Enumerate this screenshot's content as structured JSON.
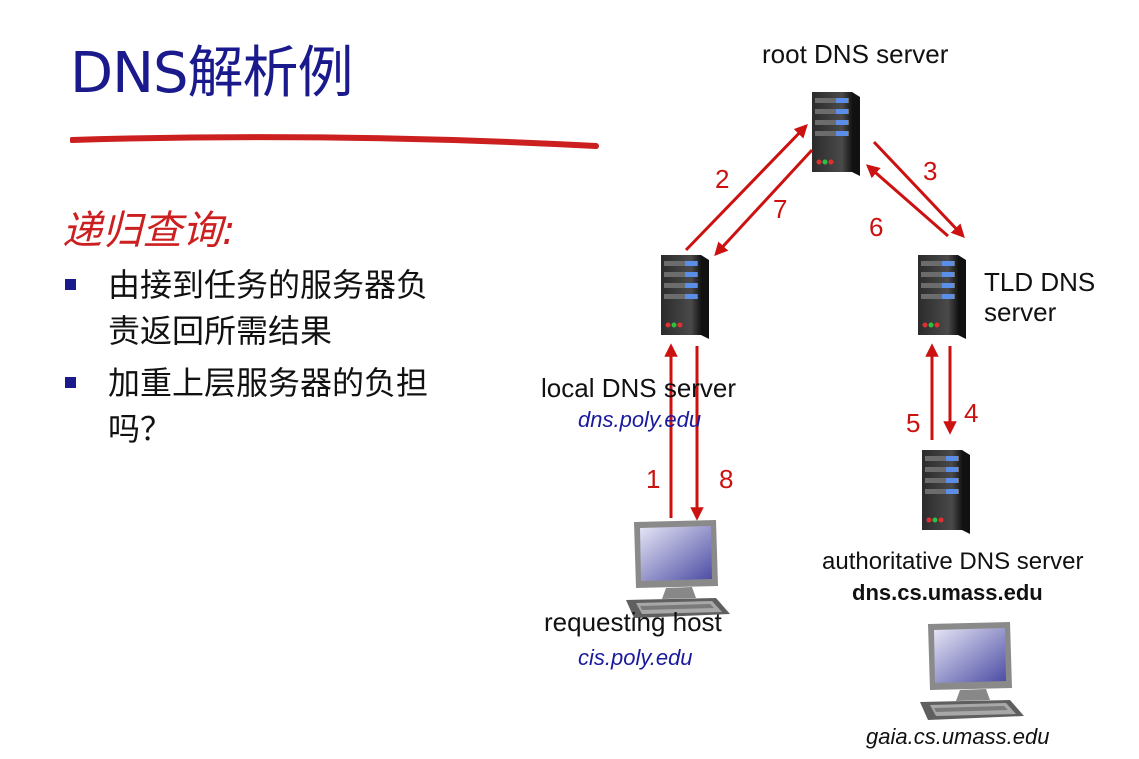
{
  "slide": {
    "title": "DNS解析例",
    "subtitle": "递归查询:",
    "bullets": [
      "由接到任务的服务器负责返回所需结果",
      "加重上层服务器的负担吗？"
    ]
  },
  "diagram": {
    "root": {
      "label": "root DNS server"
    },
    "tld": {
      "label_line1": "TLD DNS",
      "label_line2": "server"
    },
    "local": {
      "label": "local DNS server",
      "host": "dns.poly.edu"
    },
    "authoritative": {
      "label": "authoritative DNS server",
      "host": "dns.cs.umass.edu"
    },
    "requesting": {
      "label": "requesting host",
      "host": "cis.poly.edu"
    },
    "gaia": {
      "host": "gaia.cs.umass.edu"
    },
    "steps": [
      "1",
      "2",
      "3",
      "4",
      "5",
      "6",
      "7",
      "8"
    ]
  },
  "colors": {
    "title": "#1a1a8c",
    "accent_red": "#cc1111",
    "host_blue": "#1a1a9c"
  }
}
